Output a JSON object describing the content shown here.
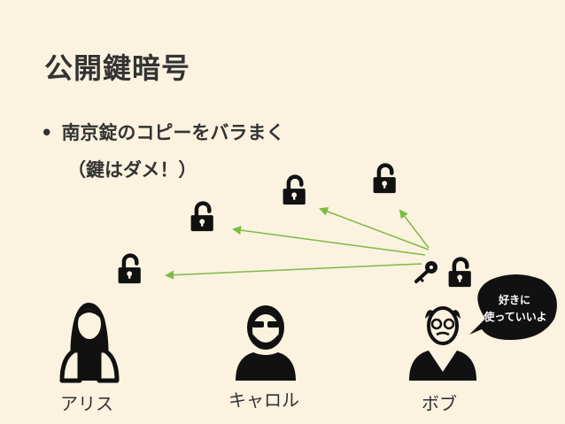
{
  "title": "公開鍵暗号",
  "bullet": {
    "marker": "•",
    "text": "南京錠のコピーをバラまく"
  },
  "note": "（鍵はダメ！）",
  "people": {
    "alice": "アリス",
    "carol": "キャロル",
    "bob": "ボブ"
  },
  "speech_bubble": {
    "line1": "好きに",
    "line2": "使っていいよ"
  },
  "colors": {
    "background": "#fcf2e0",
    "arrow": "#7dbb42",
    "icon": "#111111",
    "text": "#333333"
  },
  "icons": [
    "open-padlock-icon",
    "key-icon",
    "woman-icon",
    "man-sunglasses-icon",
    "old-man-icon",
    "speech-bubble"
  ]
}
